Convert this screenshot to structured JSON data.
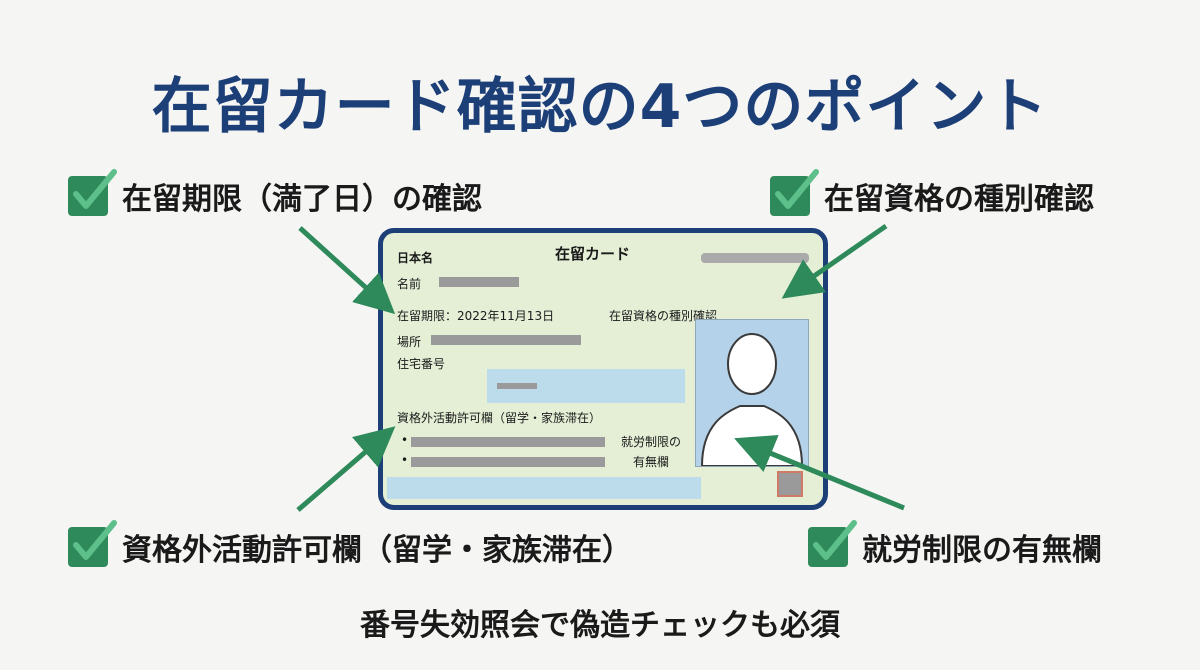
{
  "title": "在留カード確認の4つのポイント",
  "points": {
    "p1": "在留期限（満了日）の確認",
    "p2": "在留資格の種別確認",
    "p3": "資格外活動許可欄（留学・家族滞在）",
    "p4": "就労制限の有無欄"
  },
  "card": {
    "country_label": "日本名",
    "title": "在留カード",
    "name_label": "名前",
    "expiry": "在留期限：2022年11月13日",
    "status_label": "在留資格の種別確認",
    "place_label": "場所",
    "address_label": "住宅番号",
    "permission_label": "資格外活動許可欄（留学・家族滞在）",
    "bullet1": "•",
    "bullet2": "•",
    "restriction_line1": "就労制限の",
    "restriction_line2": "有無欄"
  },
  "footer": "番号失効照会で偽造チェックも必須",
  "colors": {
    "title": "#1d3f78",
    "check": "#2e8a5a",
    "arrow": "#2e8a5a",
    "card_bg": "#e4efd6",
    "card_border": "#1d3f78"
  },
  "icons": {
    "check": "checkbox-check-icon",
    "photo": "person-silhouette-icon"
  }
}
